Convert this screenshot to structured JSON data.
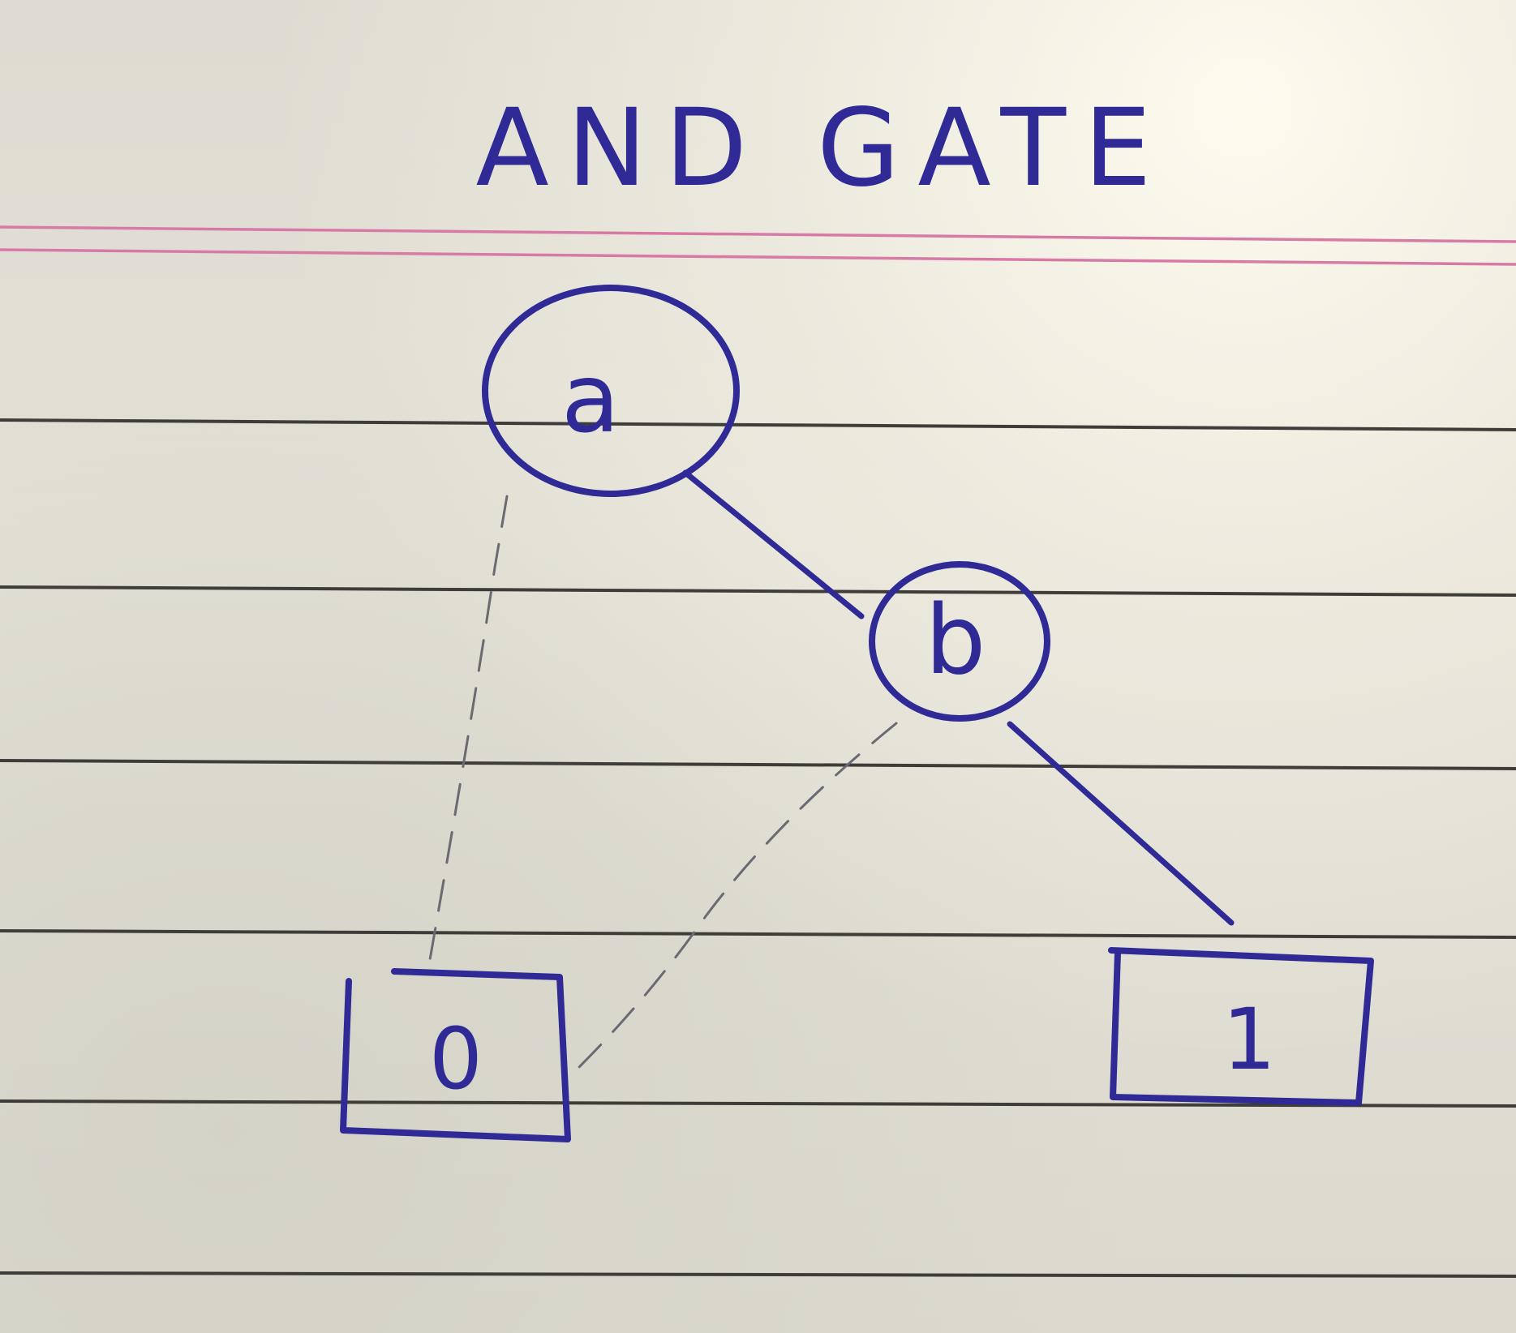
{
  "title": "AND GATE",
  "nodes": [
    {
      "id": "a",
      "label": "a",
      "kind": "decision"
    },
    {
      "id": "b",
      "label": "b",
      "kind": "decision"
    }
  ],
  "terminals": [
    {
      "id": "t0",
      "label": "0"
    },
    {
      "id": "t1",
      "label": "1"
    }
  ],
  "edges": [
    {
      "from": "a",
      "to": "t0",
      "style": "dashed"
    },
    {
      "from": "a",
      "to": "b",
      "style": "solid"
    },
    {
      "from": "b",
      "to": "t0",
      "style": "dashed"
    },
    {
      "from": "b",
      "to": "t1",
      "style": "solid"
    }
  ],
  "colors": {
    "ink": "#2f2a96",
    "pencil": "#6b6a72",
    "rule": "#3e3d3a",
    "margin": "#d77aa6",
    "paper": "#e4e1d6"
  }
}
